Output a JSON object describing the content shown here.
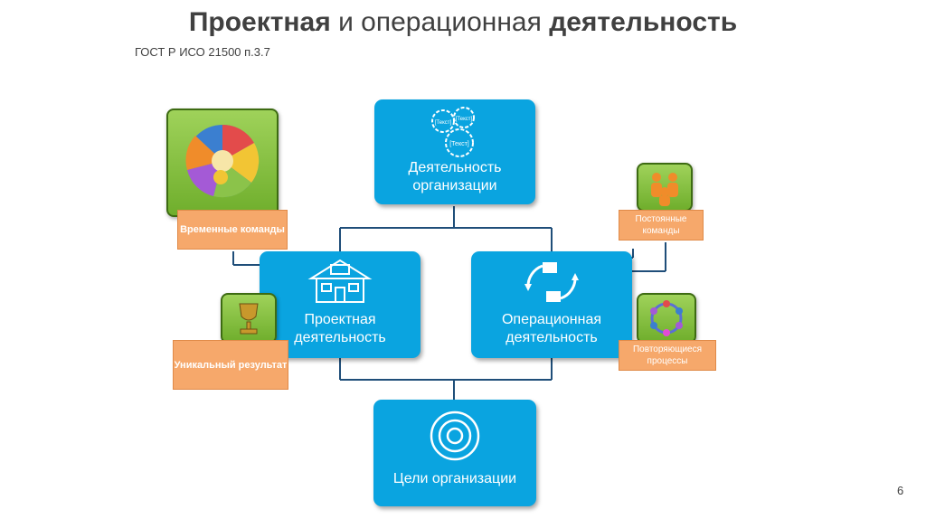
{
  "title": {
    "part1": "Проектная",
    "part2": " и операционная ",
    "part3": "деятельность"
  },
  "subtitle": "ГОСТ Р ИСО 21500 п.3.7",
  "boxes": {
    "organization_activity": "Деятельность организации",
    "project_activity": "Проектная деятельность",
    "operational_activity": "Операционная деятельность",
    "organization_goals": "Цели организации"
  },
  "gear_labels": [
    "[Текст]",
    "[Текст]",
    "[Текст]"
  ],
  "callouts": {
    "temporary_teams": "Временные команды",
    "unique_result": "Уникальный результат",
    "permanent_teams": "Постоянные команды",
    "repeating_processes": "Повторяющиеся процессы"
  },
  "page_number": "6",
  "colors": {
    "box_blue": "#0aa4e0",
    "callout_orange": "#f6a86b",
    "image_green": "#7dbd3a",
    "connector": "#1f4e79"
  }
}
